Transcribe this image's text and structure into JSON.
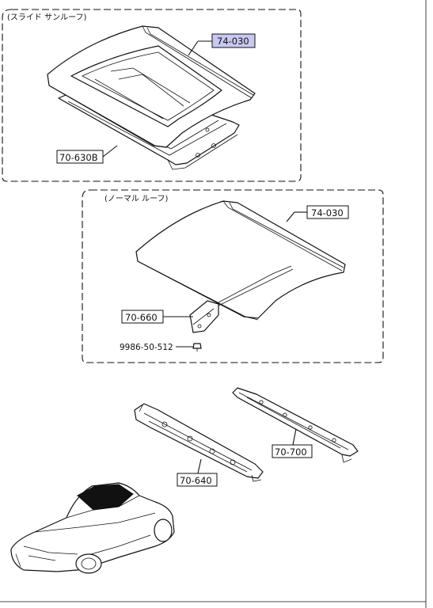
{
  "groups": {
    "slide_sunroof": {
      "header": "(スライド サンルーフ)"
    },
    "normal_roof": {
      "header": "(ノーマル ルーフ)"
    }
  },
  "callouts": {
    "sunroof_panel": "74-030",
    "sunroof_frame": "70-630B",
    "normal_roof_panel": "74-030",
    "roof_bracket": "70-660",
    "bolt": "9986-50-512",
    "front_rail": "70-640",
    "rear_rail": "70-700"
  },
  "colors": {
    "highlight": "#c8c8f2",
    "ink": "#111111"
  }
}
